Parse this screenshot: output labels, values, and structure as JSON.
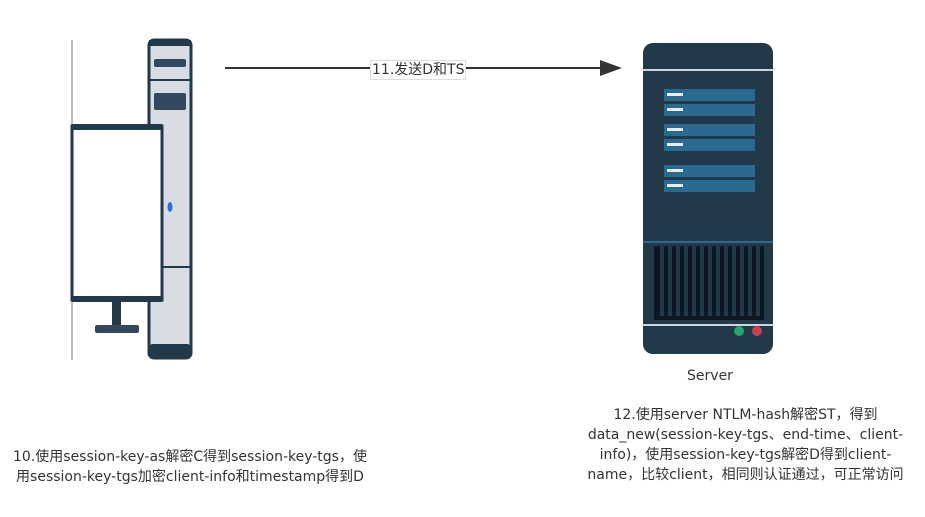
{
  "diagram": {
    "client": {
      "step_text": "10.使用session-key-as解密C得到session-key-tgs，使用session-key-tgs加密client-info和timestamp得到D"
    },
    "arrow": {
      "label": "11.发送D和TS"
    },
    "server": {
      "label": "Server",
      "step_text": "12.使用server NTLM-hash解密ST，得到data_new(session-key-tgs、end-time、client-info)，使用session-key-tgs解密D得到client-name，比较client，相同则认证通过，可正常访问"
    },
    "colors": {
      "dark": "#22394a",
      "panel_blue": "#2b6a8f",
      "tower_light": "#d7dde3",
      "led_green": "#2ca36b",
      "led_red": "#c8414f",
      "power_blue": "#2f6ee0"
    }
  }
}
